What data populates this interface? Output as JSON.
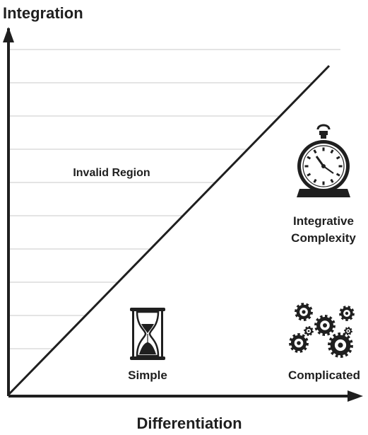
{
  "diagram": {
    "y_axis_label": "Integration",
    "x_axis_label": "Differentiation",
    "region_label": "Invalid Region",
    "quadrants": {
      "simple": {
        "label": "Simple",
        "icon": "hourglass-icon"
      },
      "complicated": {
        "label": "Complicated",
        "icon": "gears-icon"
      },
      "integrative": {
        "label_line1": "Integrative",
        "label_line2": "Complexity",
        "icon": "pocket-watch-icon"
      }
    },
    "colors": {
      "ink": "#1f1f1f",
      "hatch": "#c8c8c8"
    }
  }
}
